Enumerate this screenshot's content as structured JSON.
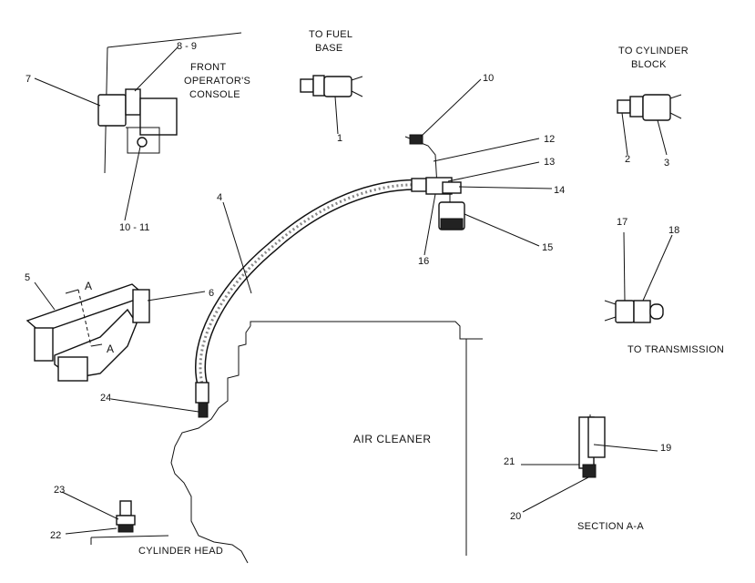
{
  "captions": {
    "to_fuel_base_1": "TO FUEL",
    "to_fuel_base_2": "BASE",
    "to_cylinder_block_1": "TO CYLINDER",
    "to_cylinder_block_2": "BLOCK",
    "front_console_1": "FRONT",
    "front_console_2": "OPERATOR'S",
    "front_console_3": "CONSOLE",
    "to_transmission": "TO TRANSMISSION",
    "air_cleaner": "AIR CLEANER",
    "section_a_a": "SECTION A-A",
    "cylinder_head": "CYLINDER HEAD",
    "section_mark_top": "A",
    "section_mark_bottom": "A"
  },
  "callouts": {
    "c1": "1",
    "c2": "2",
    "c3": "3",
    "c4": "4",
    "c5": "5",
    "c6": "6",
    "c7": "7",
    "c8_9": "8 - 9",
    "c10": "10",
    "c10_11": "10 - 11",
    "c12": "12",
    "c13": "13",
    "c14": "14",
    "c15": "15",
    "c16": "16",
    "c17": "17",
    "c18": "18",
    "c19": "19",
    "c20": "20",
    "c21": "21",
    "c22": "22",
    "c23": "23",
    "c24": "24"
  }
}
